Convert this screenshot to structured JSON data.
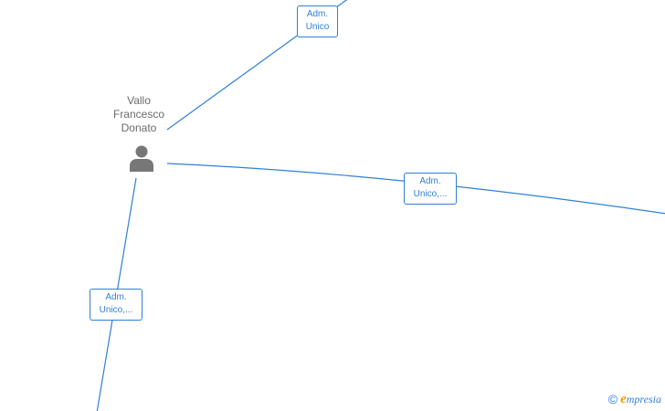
{
  "person": {
    "name": "Vallo\nFrancesco\nDonato",
    "icon": "person-icon"
  },
  "relations": [
    {
      "line1": "Adm.",
      "line2": "Unico"
    },
    {
      "line1": "Adm.",
      "line2": "Unico,..."
    },
    {
      "line1": "Adm.",
      "line2": "Unico,..."
    }
  ],
  "footer": {
    "copyright_symbol": "©",
    "brand_initial": "e",
    "brand_rest": "mpresia"
  },
  "colors": {
    "edge": "#2f7fd6",
    "person_icon": "#777777",
    "brand_initial": "#f0a000"
  }
}
